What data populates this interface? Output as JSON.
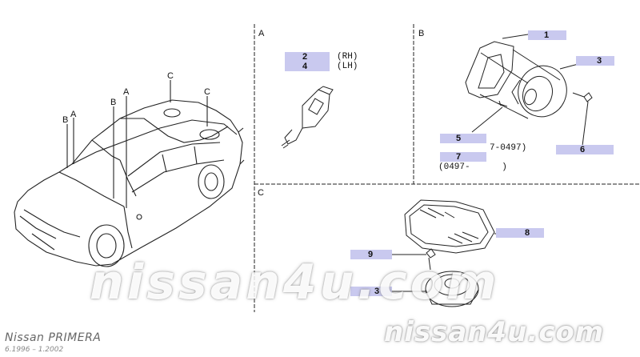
{
  "sections": {
    "a": "A",
    "b": "B",
    "c": "C"
  },
  "car_callouts": {
    "a1": "A",
    "a2": "A",
    "b1": "B",
    "b2": "B",
    "c1": "C",
    "c2": "C"
  },
  "callouts": {
    "p1": "1",
    "p2": "2",
    "p3_upper": "3",
    "p3_lower": "3",
    "p4": "4",
    "p5": "5",
    "p6": "6",
    "p7": "7",
    "p8": "8",
    "p9": "9"
  },
  "side_labels": {
    "rh": "(RH)",
    "lh": "(LH)"
  },
  "date_notes": {
    "upto": "7-0497)",
    "from": "(0497-      )"
  },
  "watermark": "nissan4u.com",
  "footer": {
    "model": "Nissan PRIMERA",
    "years": "6.1996 – 1.2002"
  },
  "colors": {
    "callout_bg": "#c9c9ef",
    "line": "#222222",
    "watermark": "#ffffff"
  }
}
